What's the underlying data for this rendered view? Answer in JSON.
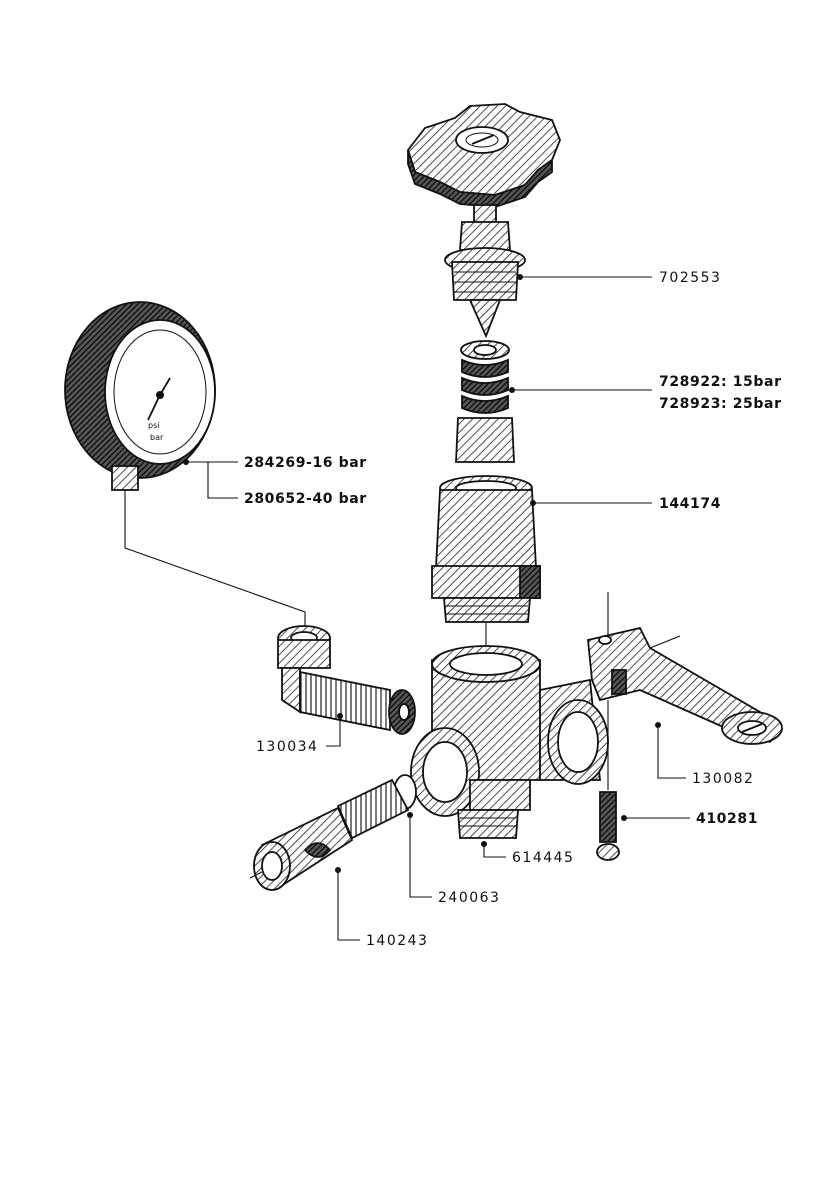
{
  "parts": {
    "handwheel_valve": "702553",
    "spring_15": "728922: 15bar",
    "spring_25": "728923: 25bar",
    "gauge_16": "284269-16 bar",
    "gauge_40": "280652-40 bar",
    "bonnet": "144174",
    "gauge_elbow": "130034",
    "lever": "130082",
    "screw": "410281",
    "body_nipple": "614445",
    "o_ring": "240063",
    "hose_elbow": "140243"
  },
  "gauge_dial": {
    "unit_psi": "psi",
    "unit_bar": "bar"
  }
}
